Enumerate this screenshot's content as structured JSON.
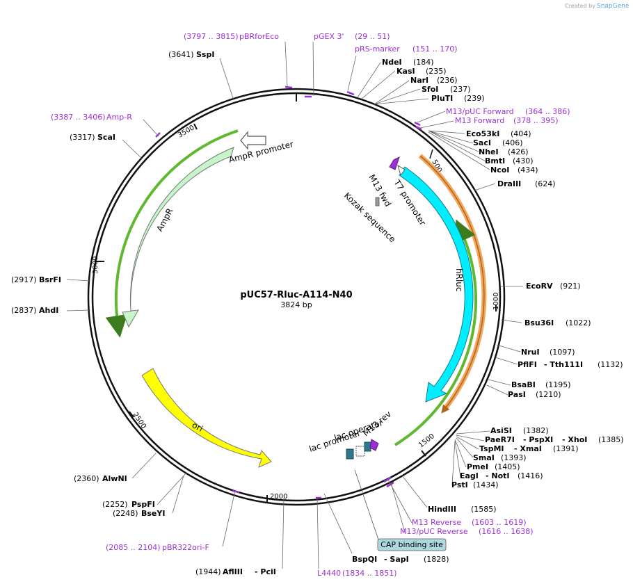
{
  "credit": {
    "text": "Created by",
    "brand": "SnapGene"
  },
  "plasmid": {
    "name": "pUC57-Rluc-A114-N40",
    "size_label": "3824 bp"
  },
  "ticks": [
    "500",
    "1000",
    "1500",
    "2000",
    "2500",
    "3000",
    "3500"
  ],
  "sites": {
    "sspi": {
      "name": "SspI",
      "pos": "(3641)"
    },
    "ndei": {
      "name": "NdeI",
      "pos": "(184)"
    },
    "kasi": {
      "name": "KasI",
      "pos": "(235)"
    },
    "nari": {
      "name": "NarI",
      "pos": "(236)"
    },
    "sfoi": {
      "name": "SfoI",
      "pos": "(237)"
    },
    "pluti": {
      "name": "PluTI",
      "pos": "(239)"
    },
    "eco53ki": {
      "name": "Eco53kI",
      "pos": "(404)"
    },
    "saci": {
      "name": "SacI",
      "pos": "(406)"
    },
    "nhei": {
      "name": "NheI",
      "pos": "(426)"
    },
    "bmti": {
      "name": "BmtI",
      "pos": "(430)"
    },
    "ncoi": {
      "name": "NcoI",
      "pos": "(434)"
    },
    "draiii": {
      "name": "DraIII",
      "pos": "(624)"
    },
    "scai": {
      "name": "ScaI",
      "pos": "(3317)"
    },
    "ecorv": {
      "name": "EcoRV",
      "pos": "(921)"
    },
    "bsrfi": {
      "name": "BsrFI",
      "pos": "(2917)"
    },
    "bsu36i": {
      "name": "Bsu36I",
      "pos": "(1022)"
    },
    "ahdi": {
      "name": "AhdI",
      "pos": "(2837)"
    },
    "nrui": {
      "name": "NruI",
      "pos": "(1097)"
    },
    "pflfi": {
      "name": "PflFI",
      "name2": "Tth111I",
      "pos": "(1132)"
    },
    "bsabi": {
      "name": "BsaBI",
      "pos": "(1195)"
    },
    "pasi": {
      "name": "PasI",
      "pos": "(1210)"
    },
    "asisi": {
      "name": "AsiSI",
      "pos": "(1382)"
    },
    "paer7i": {
      "name": "PaeR7I",
      "name2": "PspXI",
      "name3": "XhoI",
      "pos": "(1385)"
    },
    "tspmi": {
      "name": "TspMI",
      "name2": "XmaI",
      "pos": "(1391)"
    },
    "smai": {
      "name": "SmaI",
      "pos": "(1393)"
    },
    "pmei": {
      "name": "PmeI",
      "pos": "(1405)"
    },
    "eagi": {
      "name": "EagI",
      "name2": "NotI",
      "pos": "(1416)"
    },
    "psti": {
      "name": "PstI",
      "pos": "(1434)"
    },
    "alwni": {
      "name": "AlwNI",
      "pos": "(2360)"
    },
    "hindiii": {
      "name": "HindIII",
      "pos": "(1585)"
    },
    "pspfi": {
      "name": "PspFI",
      "pos": "(2252)"
    },
    "bseyi": {
      "name": "BseYI",
      "pos": "(2248)"
    },
    "bspqi": {
      "name": "BspQI",
      "name2": "SapI",
      "pos": "(1828)"
    },
    "afliii": {
      "name": "AflIII",
      "name2": "PciI",
      "pos": "(1944)"
    }
  },
  "primers": {
    "pbrforeco": {
      "range": "(3797 .. 3815)",
      "name": "pBRforEco"
    },
    "pgex3": {
      "name": "pGEX 3'",
      "range": "(29 .. 51)"
    },
    "prsmarker": {
      "name": "pRS-marker",
      "range": "(151 .. 170)"
    },
    "m13pucfwd": {
      "name": "M13/pUC Forward",
      "range": "(364 .. 386)"
    },
    "m13fwd": {
      "name": "M13 Forward",
      "range": "(378 .. 395)"
    },
    "ampr": {
      "range": "(3387 .. 3406)",
      "name": "Amp-R"
    },
    "m13rev": {
      "name": "M13 Reverse",
      "range": "(1603 .. 1619)"
    },
    "m13pucrev": {
      "name": "M13/pUC Reverse",
      "range": "(1616 .. 1638)"
    },
    "pbr322": {
      "range": "(2085 .. 2104)",
      "name": "pBR322ori-F"
    },
    "l4440": {
      "name": "L4440",
      "range": "(1834 .. 1851)"
    }
  },
  "features": {
    "amprpromoter": "AmpR promoter",
    "ampr": "AmpR",
    "m13fwd": "M13 fwd",
    "t7promoter": "T7 promoter",
    "kozak": "Kozak sequence",
    "hrluc": "hRluc",
    "ori": "ori",
    "lacoperator": "lac operator",
    "lacpromoter": "lac promoter",
    "m13rev": "M13 rev",
    "cap": "CAP binding site"
  },
  "colors": {
    "ampr": "#c6f5c9",
    "hrluc": "#00eeff",
    "ori": "#ffff00",
    "primer": "#9b30d8",
    "orange": "#f2a65c",
    "green": "#5fb830",
    "cap": "#aed8e0"
  }
}
